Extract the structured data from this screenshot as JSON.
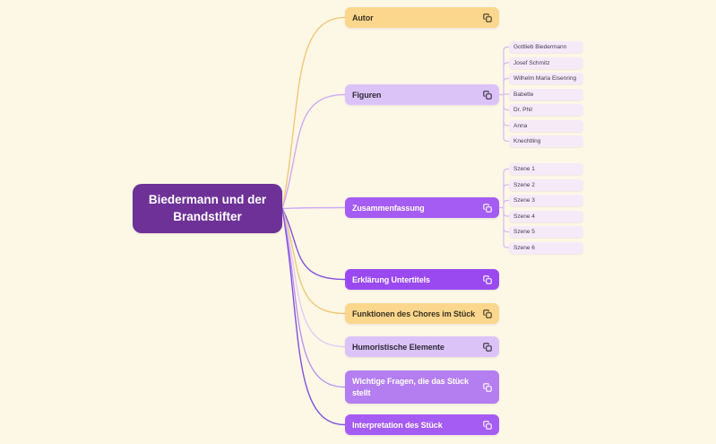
{
  "root": {
    "label": "Biedermann und der Brandstifter"
  },
  "branches": [
    {
      "id": "autor",
      "label": "Autor",
      "bg": "yellow_bg",
      "fg": "yellow_text",
      "line": "line_gold",
      "icon": "copy-icon",
      "children": []
    },
    {
      "id": "figuren",
      "label": "Figuren",
      "bg": "lavender_bg",
      "fg": "lavender_text",
      "line": "line_lavender",
      "icon": "copy-icon",
      "children": [
        "Gottlieb Biedermann",
        "Josef Schmitz",
        "Wilhelm Maria Eisenring",
        "Babette",
        "Dr. Phil",
        "Anna",
        "Knechtling"
      ]
    },
    {
      "id": "zusammenfassung",
      "label": "Zusammenfassung",
      "bg": "purple_bg",
      "fg": "white",
      "line": "line_lavender",
      "icon": "copy-icon",
      "children": [
        "Szene 1",
        "Szene 2",
        "Szene 3",
        "Szene 4",
        "Szene 5",
        "Szene 6"
      ]
    },
    {
      "id": "erklaerung",
      "label": "Erklärung Untertitels",
      "bg": "purple_deep_bg",
      "fg": "white",
      "line": "line_deep",
      "icon": "copy-icon",
      "children": []
    },
    {
      "id": "funktionen",
      "label": "Funktionen des Chores im Stück",
      "bg": "yellow_bg",
      "fg": "yellow_text",
      "line": "line_gold",
      "icon": "copy-icon",
      "children": []
    },
    {
      "id": "humoristische",
      "label": "Humoristische Elemente",
      "bg": "lavender_bg",
      "fg": "lavender_text",
      "line": "line_light",
      "icon": "copy-icon",
      "children": []
    },
    {
      "id": "wichtige",
      "label": "Wichtige Fragen, die das Stück stellt",
      "bg": "purple_light_bg",
      "fg": "white",
      "line": "line_mid",
      "icon": "copy-icon",
      "children": []
    },
    {
      "id": "interpretation",
      "label": "Interpretation des Stück",
      "bg": "purple_bg",
      "fg": "white",
      "line": "line_deep",
      "icon": "copy-icon",
      "children": []
    }
  ],
  "palette": {
    "background": "#fdf7e6",
    "root_bg": "#6d3197",
    "root_text": "#ffffff",
    "yellow_bg": "#fbd78e",
    "yellow_text": "#3d3322",
    "lavender_bg": "#dcc3f7",
    "lavender_text": "#2f2a38",
    "purple_bg": "#a55cf2",
    "purple_deep_bg": "#9a49f0",
    "purple_light_bg": "#b47ef0",
    "white": "#ffffff",
    "child_bg": "#f6eaf8",
    "child_text": "#443a52",
    "line_gold": "#f0c878",
    "line_lavender": "#cfabf3",
    "line_light": "#e0cdf6",
    "line_mid": "#bb95ee",
    "line_deep": "#8152dd",
    "line_child": "#d6b9f3"
  }
}
